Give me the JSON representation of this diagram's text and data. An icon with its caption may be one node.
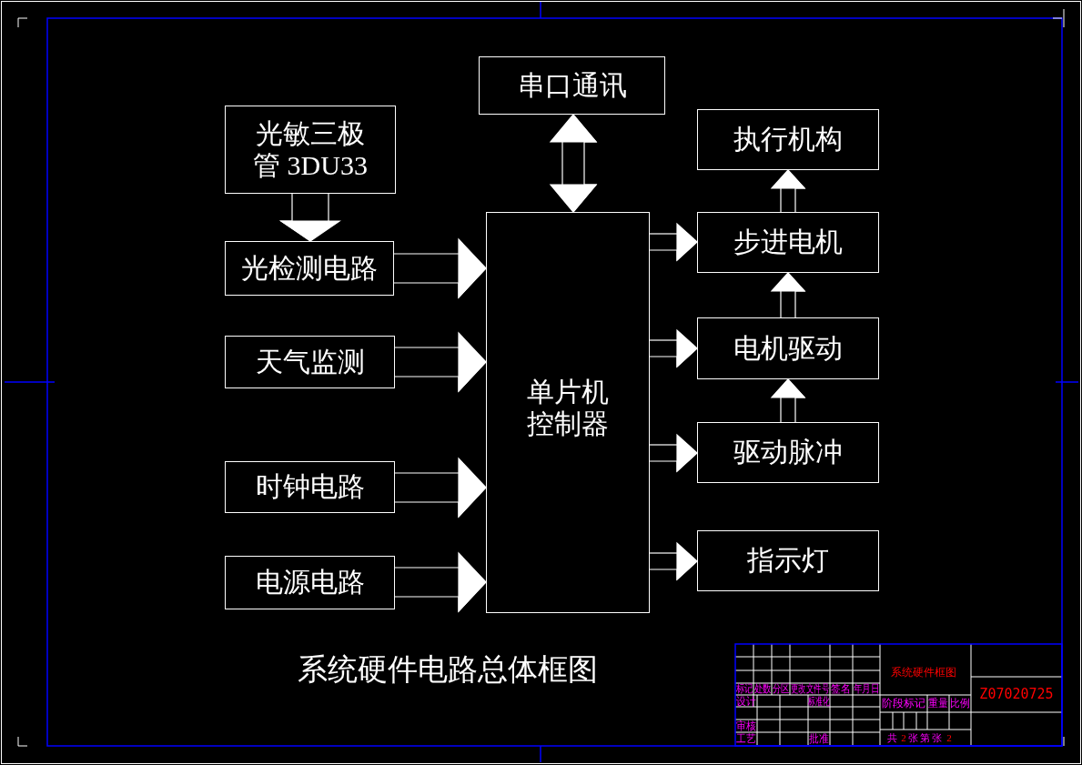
{
  "diagram": {
    "caption": "系统硬件电路总体框图",
    "nodes": [
      {
        "text": [
          "串口通讯"
        ]
      },
      {
        "text": [
          "光敏三极管 3DU33"
        ]
      },
      {
        "text": [
          "光检测电路"
        ]
      },
      {
        "text": [
          "天气监测"
        ]
      },
      {
        "text": [
          "时钟电路"
        ]
      },
      {
        "text": [
          "电源电路"
        ]
      },
      {
        "text": [
          "单片机控制器"
        ]
      },
      {
        "text": [
          "执行机构"
        ]
      },
      {
        "text": [
          "步进电机"
        ]
      },
      {
        "text": [
          "电机驱动"
        ]
      },
      {
        "text": [
          "驱动脉冲"
        ]
      },
      {
        "text": [
          "指示灯"
        ]
      }
    ],
    "edges": [
      {
        "from": 6,
        "to": 0,
        "arrow": "both"
      },
      {
        "from": 1,
        "to": 2,
        "arrow": "to"
      },
      {
        "from": 2,
        "to": 6,
        "arrow": "to"
      },
      {
        "from": 3,
        "to": 6,
        "arrow": "to"
      },
      {
        "from": 4,
        "to": 6,
        "arrow": "to"
      },
      {
        "from": 5,
        "to": 6,
        "arrow": "to"
      },
      {
        "from": 6,
        "to": 8,
        "arrow": "to"
      },
      {
        "from": 6,
        "to": 9,
        "arrow": "to"
      },
      {
        "from": 6,
        "to": 10,
        "arrow": "to"
      },
      {
        "from": 6,
        "to": 11,
        "arrow": "to"
      },
      {
        "from": 10,
        "to": 9,
        "arrow": "to"
      },
      {
        "from": 9,
        "to": 8,
        "arrow": "to"
      },
      {
        "from": 8,
        "to": 7,
        "arrow": "to"
      }
    ],
    "labels": [
      "标记",
      "处数",
      "分区",
      "更改文件号",
      "签名",
      "年月日",
      "系统硬件框图",
      "Z07020725",
      "设计",
      "标准化",
      "阶段标记",
      "重量",
      "比例",
      "审核",
      "工艺",
      "批准",
      "共",
      "2",
      "张",
      "第",
      "张",
      "2"
    ]
  }
}
